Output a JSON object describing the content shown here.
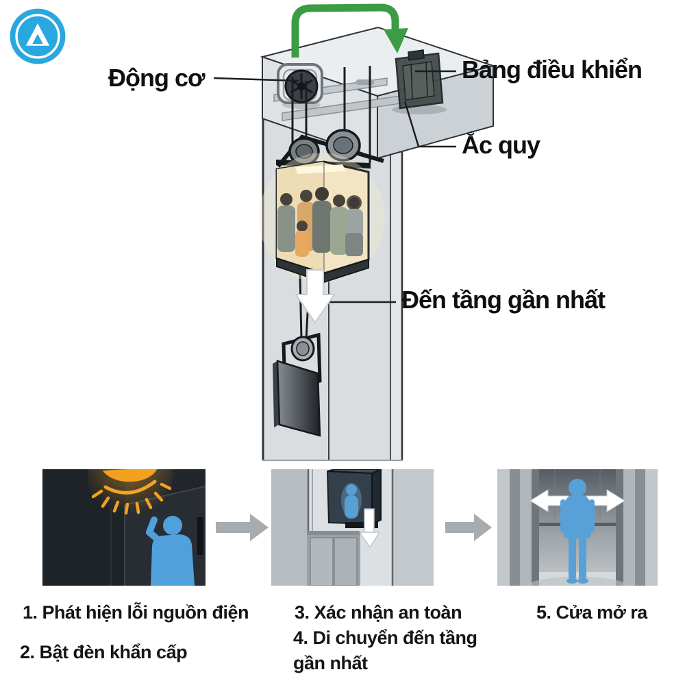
{
  "page": {
    "background": "#FFFFFF"
  },
  "logo": {
    "name": "blue-triangle-a-logo",
    "color": "#29A8E0"
  },
  "diagram": {
    "labels": {
      "motor": "Động cơ",
      "control_panel": "Bảng điều khiển",
      "battery": "Ắc quy",
      "nearest_floor": "Đến tầng gần nhất"
    },
    "colors": {
      "green_arrow": "#3C9C44",
      "shaft": "#D9DDE0",
      "car_interior": "#F3E5C3",
      "person_blue": "#58A1D8",
      "emergency_light": "#F2A01C",
      "step_arrow": "#A7ACB0"
    }
  },
  "steps": [
    {
      "label": "1. Phát hiện lỗi nguồn điện"
    },
    {
      "label": "2. Bật đèn khẩn cấp"
    },
    {
      "label": "3. Xác nhận an toàn"
    },
    {
      "label": "4. Di chuyển đến tầng gần nhất"
    },
    {
      "label": "5. Cửa mở ra"
    }
  ]
}
